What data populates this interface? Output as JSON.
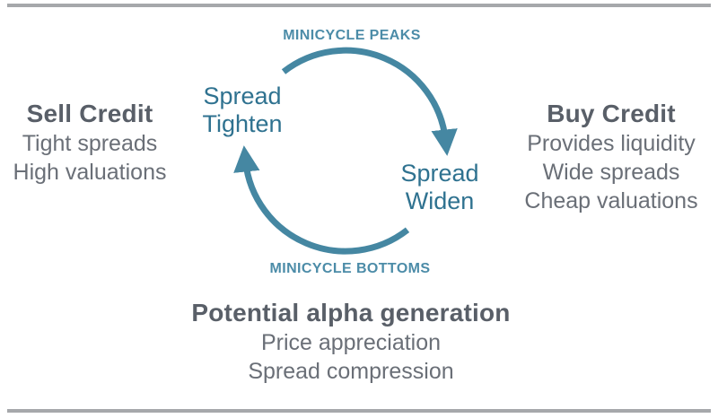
{
  "colors": {
    "arrow": "#4587A2",
    "cycle_label": "#4C8CA8",
    "node_text": "#2F7290",
    "heading": "#595F68",
    "body": "#6A6F77",
    "rule": "#A6A8AB"
  },
  "cycle": {
    "peaks_label": "MINICYCLE PEAKS",
    "bottoms_label": "MINICYCLE BOTTOMS",
    "tighten": {
      "line1": "Spread",
      "line2": "Tighten"
    },
    "widen": {
      "line1": "Spread",
      "line2": "Widen"
    }
  },
  "sell_block": {
    "title": "Sell Credit",
    "items": [
      "Tight spreads",
      "High valuations"
    ]
  },
  "buy_block": {
    "title": "Buy Credit",
    "items": [
      "Provides liquidity",
      "Wide spreads",
      "Cheap valuations"
    ]
  },
  "alpha_block": {
    "title": "Potential alpha generation",
    "items": [
      "Price appreciation",
      "Spread compression"
    ]
  }
}
